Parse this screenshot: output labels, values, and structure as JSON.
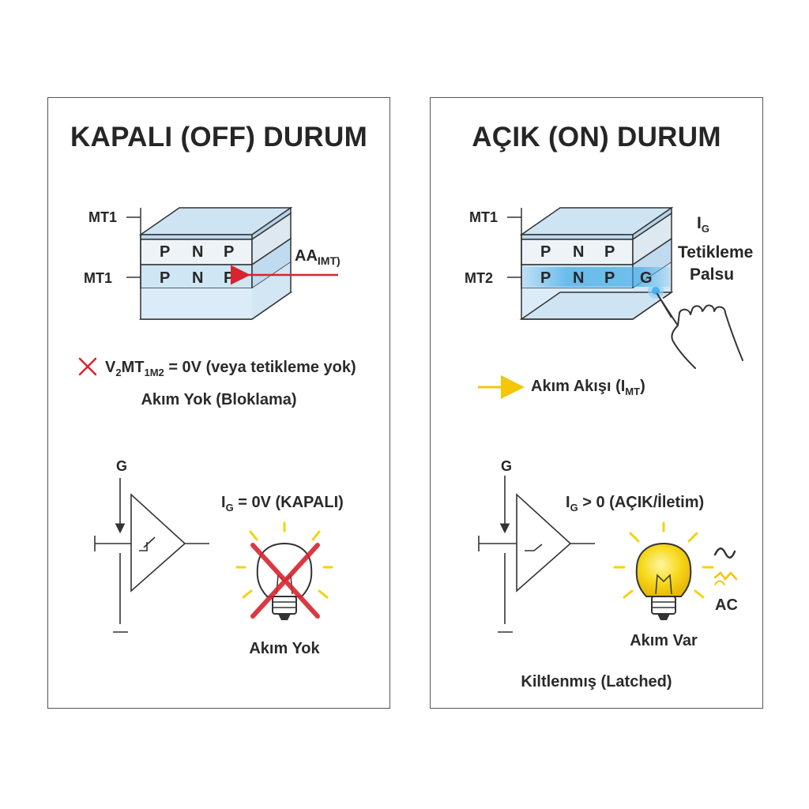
{
  "off": {
    "title": "KAPALI (OFF) DURUM",
    "terminal_top": "MT1",
    "terminal_mid": "MT1",
    "layers_top": [
      "P",
      "N",
      "P"
    ],
    "layers_bottom": [
      "P",
      "N",
      "P"
    ],
    "arrow_label_main": "AA",
    "arrow_label_sub": "IMT)",
    "condition_main": "V",
    "condition_sub1": "2",
    "condition_mid": "MT",
    "condition_sub2": "1M2",
    "condition_rest": " = 0V (veya tetikleme yok)",
    "state_text": "Akım Yok (Bloklama)",
    "gate_label": "G",
    "gate_current_main": "I",
    "gate_current_sub": "G",
    "gate_current_rest": " = 0V (KAPALI)",
    "bulb_caption": "Akım Yok"
  },
  "on": {
    "title": "AÇIK (ON) DURUM",
    "terminal_top": "MT1",
    "terminal_mid": "MT2",
    "layers_top": [
      "P",
      "N",
      "P"
    ],
    "layers_bottom": [
      "P",
      "N",
      "P",
      "G"
    ],
    "trigger_main": "I",
    "trigger_sub": "G",
    "trigger_line1": "Tetikleme",
    "trigger_line2": "Palsu",
    "flow_main": "Akım Akışı (I",
    "flow_sub": "MT",
    "flow_end": ")",
    "gate_label": "G",
    "gate_current_main": "I",
    "gate_current_sub": "G",
    "gate_current_rest": " > 0 (AÇIK/İletim)",
    "ac_label": "AC",
    "bulb_caption": "Akım Var",
    "latched": "Kiltlenmış (Latched)"
  },
  "colors": {
    "layer_fill": "#d6e9f6",
    "layer_light": "#e8f2fa",
    "red": "#d9232d",
    "yellow": "#f5d20a",
    "glow": "#3aa8e8"
  },
  "icons": [
    "cross-icon",
    "arrow-right-icon",
    "bulb-off-icon",
    "bulb-on-icon",
    "hand-pointer-icon",
    "ac-wave-icon",
    "triac-symbol-icon"
  ]
}
